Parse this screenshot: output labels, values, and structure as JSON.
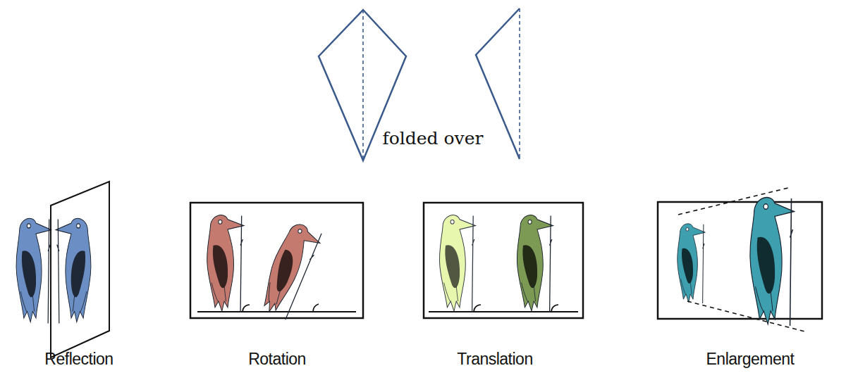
{
  "diagram": {
    "labels": [
      "folded over",
      "Reflection",
      "Rotation",
      "Translation",
      "Enlargement"
    ]
  }
}
